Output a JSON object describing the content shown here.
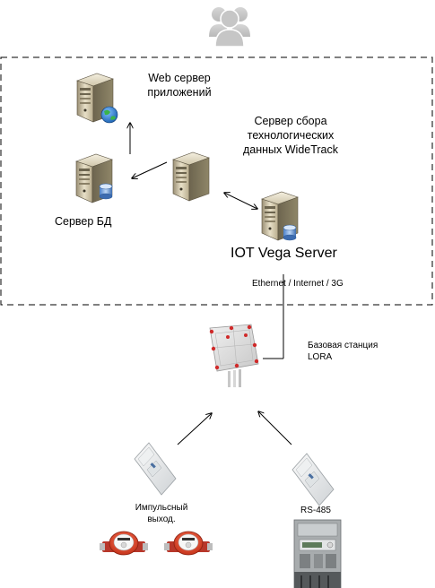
{
  "labels": {
    "web_server": "Web сервер\nприложений",
    "collect_server": "Сервер сбора\nтехнологических\nданных WideTrack",
    "db_server": "Сервер БД",
    "iot_server": "IOT Vega Server",
    "network": "Ethernet / Internet / 3G",
    "base_station": "Базовая станция\nLORA",
    "pulse_output": "Импульсный\nвыход.",
    "rs485": "RS-485"
  },
  "icons": {
    "users": "users-icon",
    "web_server": "web-server-icon",
    "db_server": "database-server-icon",
    "collect_server": "server-icon",
    "iot_server": "database-server-icon",
    "base_station": "base-station-icon",
    "module_left": "pulse-module-icon",
    "module_right": "rs485-module-icon",
    "water_meter_1": "water-meter-icon",
    "water_meter_2": "water-meter-icon",
    "electric_meter": "electric-meter-icon"
  }
}
